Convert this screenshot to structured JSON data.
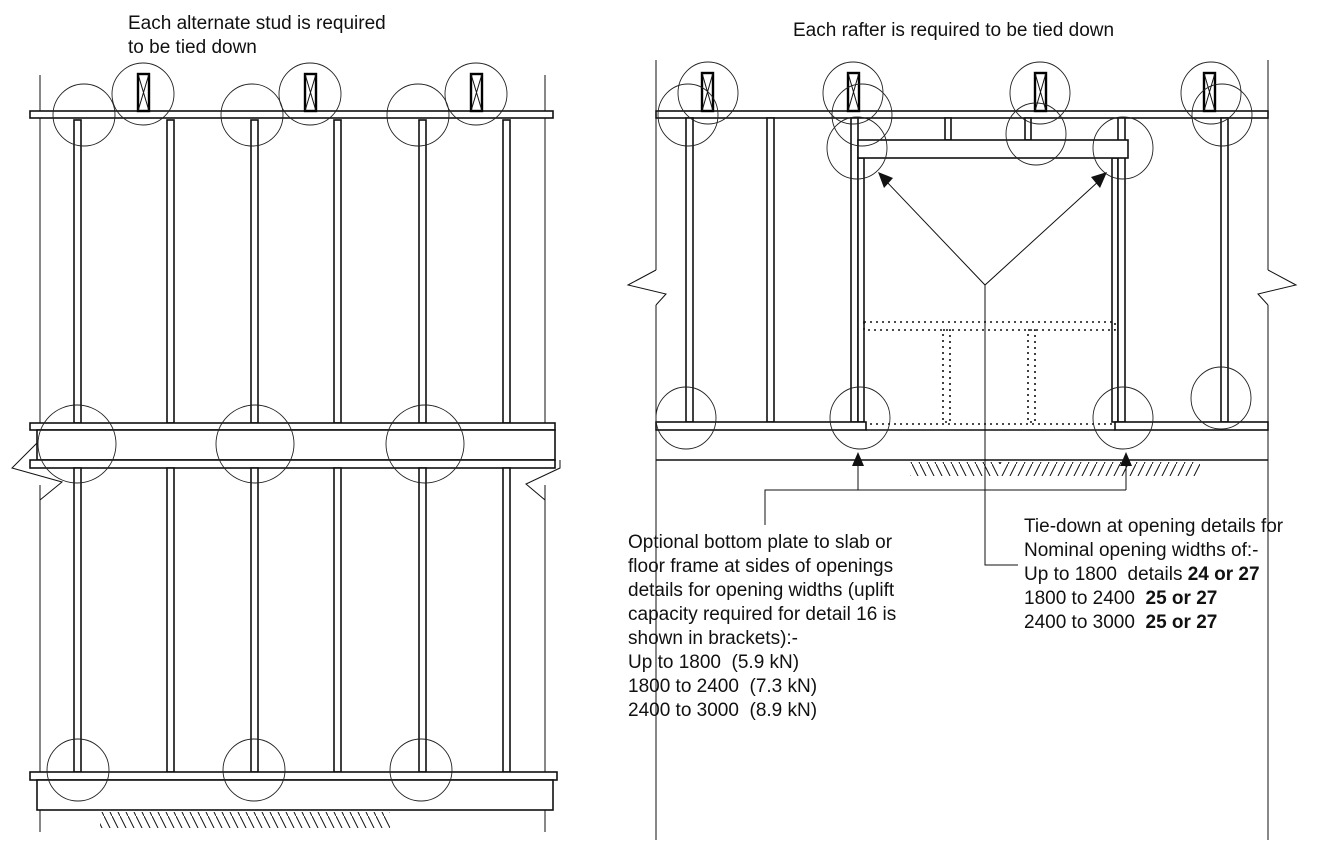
{
  "left_panel": {
    "title_line1": "Each alternate stud is required",
    "title_line2": "to be tied down"
  },
  "right_panel": {
    "title": "Each rafter is required to be tied down"
  },
  "note_bottom_plate": {
    "lines": [
      "Optional bottom plate to slab or",
      "floor frame at sides of openings",
      "details for opening widths (uplift",
      "capacity required for detail 16 is",
      "shown in brackets):-",
      "Up to 1800  (5.9 kN)",
      "1800 to 2400  (7.3 kN)",
      "2400 to 3000  (8.9 kN)"
    ]
  },
  "note_opening": {
    "line1": "Tie-down at opening details for",
    "line2": "Nominal opening widths of:-",
    "rows": [
      {
        "range": "Up to 1800  details ",
        "details": "24 or 27"
      },
      {
        "range": "1800 to 2400  ",
        "details": "25 or 27"
      },
      {
        "range": "2400 to 3000  ",
        "details": "25 or 27"
      }
    ]
  }
}
